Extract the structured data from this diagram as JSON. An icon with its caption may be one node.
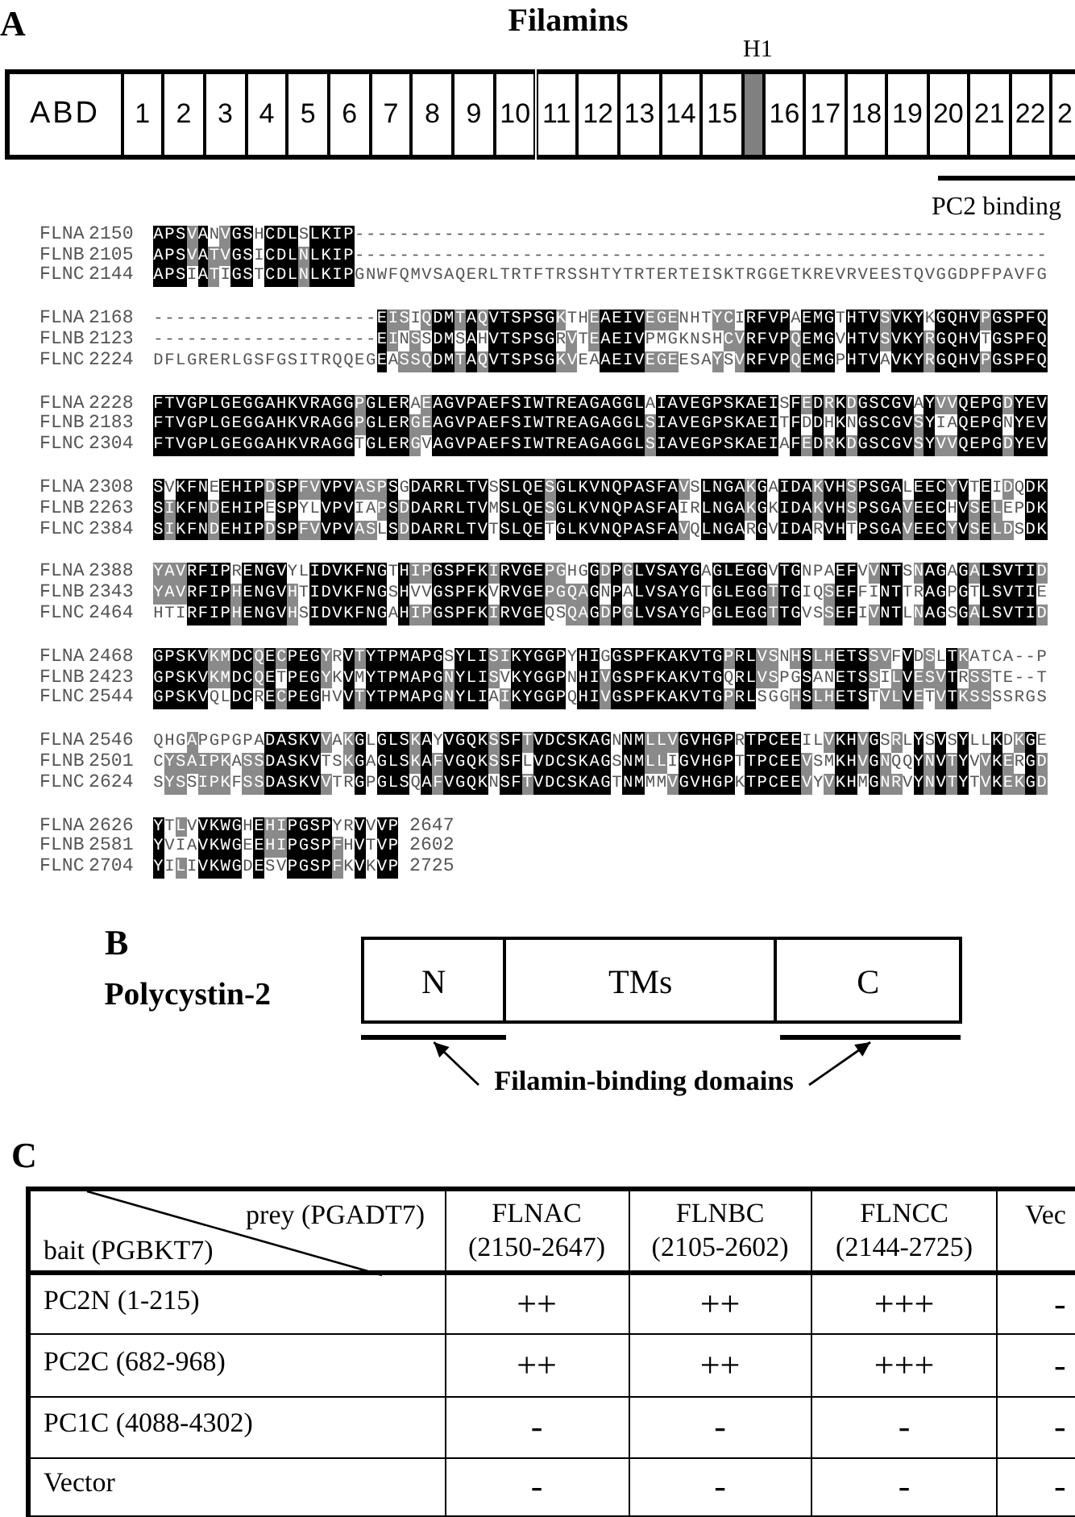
{
  "diagram": {
    "nodes": [
      {
        "text": [
          "ABD"
        ]
      },
      {
        "text": [
          "1"
        ]
      },
      {
        "text": [
          "2"
        ]
      },
      {
        "text": [
          "3"
        ]
      },
      {
        "text": [
          "4"
        ]
      },
      {
        "text": [
          "5"
        ]
      },
      {
        "text": [
          "6"
        ]
      },
      {
        "text": [
          "7"
        ]
      },
      {
        "text": [
          "8"
        ]
      },
      {
        "text": [
          "9"
        ]
      },
      {
        "text": [
          "10"
        ]
      },
      {
        "text": [
          "11"
        ]
      },
      {
        "text": [
          "12"
        ]
      },
      {
        "text": [
          "13"
        ]
      },
      {
        "text": [
          "14"
        ]
      },
      {
        "text": [
          "15"
        ]
      },
      {
        "text": [
          "H1"
        ]
      },
      {
        "text": [
          "16"
        ]
      },
      {
        "text": [
          "17"
        ]
      },
      {
        "text": [
          "18"
        ]
      },
      {
        "text": [
          "19"
        ]
      },
      {
        "text": [
          "20"
        ]
      },
      {
        "text": [
          "21"
        ]
      },
      {
        "text": [
          "22"
        ]
      },
      {
        "text": [
          "2"
        ]
      },
      {
        "text": [
          "N"
        ]
      },
      {
        "text": [
          "TMs"
        ]
      },
      {
        "text": [
          "C"
        ]
      },
      {
        "text": [],
        "shape": "bar"
      },
      {
        "text": [],
        "shape": "bar"
      },
      {
        "text": [
          "Filamin-binding domains"
        ]
      }
    ],
    "edges": [
      {
        "from": 30,
        "to": 28,
        "arrow": "to"
      },
      {
        "from": 30,
        "to": 29,
        "arrow": "to"
      }
    ],
    "labels": [
      "A",
      "Filamins",
      "PC2 binding",
      "FLNA",
      "2150",
      "APSVANVGSHCDLSLKIP--------------------------------------------------------------",
      "FLNB",
      "2105",
      "APSVATVGSICDLNLKIP--------------------------------------------------------------",
      "FLNC",
      "2144",
      "APSIATIGSTCDLNLKIPGNWFQMVSAQERLTRTFTRSSHTYTRTERTEISKTRGGETKREVRVEESTQVGGDPFPAVFG",
      "FLNA",
      "2168",
      "--------------------EISIQDMTAQVTSPSGKTHEAEIVEGENHTYCIRFVPAEMGTHTVSVKYKGQHVPGSPFQ",
      "FLNB",
      "2123",
      "--------------------EINSSDMSAHVTSPSGRVTEAEIVPMGKNSHCVRFVPQEMGVHTVSVKYRGQHVTGSPFQ",
      "FLNC",
      "2224",
      "DFLGRERLGSFGSITRQQEGEASSQDMTAQVTSPSGKVEAAEIVEGEESAYSVRFVPQEMGPHTVAVKYRGQHVPGSPFQ",
      "FLNA",
      "2228",
      "FTVGPLGEGGAHKVRAGGPGLERAEAGVPAEFSIWTREAGAGGLAIAVEGPSKAEISFEDRKDGSCGVAYVVQEPGDYEV",
      "FLNB",
      "2183",
      "FTVGPLGEGGAHKVRAGGPGLERGEAGVPAEFSIWTREAGAGGLSIAVEGPSKAEITFDDHKNGSCGVSYIAQEPGNYEV",
      "FLNC",
      "2304",
      "FTVGPLGEGGAHKVRAGGTGLERGVAGVPAEFSIWTREAGAGGLSIAVEGPSKAEIAFEDRKDGSCGVSYVVQEPGDYEV",
      "FLNA",
      "2308",
      "SVKFNEEHIPDSPFVVPVASPSGDARRLTVSSLQESGLKVNQPASFAVSLNGAKGAIDAKVHSPSGALEECYVTEIDQDK",
      "FLNB",
      "2263",
      "SIKFNDEHIPESPYLVPVIAPSDDARRLTVMSLQESGLKVNQPASFAIRLNGAKGKIDAKVHSPSGAVEECHVSELEPDK",
      "FLNC",
      "2384",
      "SIKFNDEHIPDSPFVVPVASLSDDARRLTVTSLQETGLKVNQPASFAVQLNGARGVIDARVHTPSGAVEECYVSELDSDK",
      "FLNA",
      "2388",
      "YAVRFIPRENGVYLIDVKFNGTHIPGSPFKIRVGEPGHGGDPGLVSAYGAGLEGGVTGNPAEFVVNTSNAGAGALSVTID",
      "FLNB",
      "2343",
      "YAVRFIPHENGVHTIDVKFNGSHVVGSPFKVRVGEPGQAGNPALVSAYGTGLEGGTTGIQSEFFINTTRAGPGTLSVTIE",
      "FLNC",
      "2464",
      "HTIRFIPHENGVHSIDVKFNGAHIPGSPFKIRVGEQSQAGDPGLVSAYGPGLEGGTTGVSSEFIVNTLNAGSGALSVTID",
      "FLNA",
      "2468",
      "GPSKVKMDCQECPEGYRVTYTPMAPGSYLISIKYGGPYHIGGSPFKAKVTGPRLVSNHSLHETSSVFVDSLTKATCA--P",
      "FLNB",
      "2423",
      "GPSKVKMDCQETPEGYKVMYTPMAPGNYLISVKYGGPNHIVGSPFKAKVTGQRLVSPGSANETSSILVESVTRSSTE--T",
      "FLNC",
      "2544",
      "GPSKVQLDCRECPEGHVVTYTPMAPGNYLIAIKYGGPQHIVGSPFKAKVTGPRLSGGHSLHETSTVLVETVTKSSSSRGS",
      "FLNA",
      "2546",
      "QHGAPGPGPADASKVVAKGLGLSKAYVGQKSSFTVDCSKAGNNMLLVGVHGPRTPCEEILVKHVGSRLYSVSYLLKDKGE",
      "FLNB",
      "2501",
      "CYSAIPKASSDASKVTSKGAGLSKAFVGQKSSFLVDCSKAGSNMLLIGVHGPTTPCEEVSMKHVGNQQYNVTYVVKERGD",
      "FLNC",
      "2624",
      "SYSSIPKFSSDASKVVTRGPGLSQAFVGQKNSFTVDCSKAGTNMMMVGVHGPKTPCEEVYVKHMGNRVYNVTYTVKEKGD",
      "FLNA",
      "2626",
      "YTLVVKWGHEHIPGSPYRVVVP",
      "2647",
      "FLNB",
      "2581",
      "YVIAVKWGEEHIPGSPFHVTVP",
      "2602",
      "FLNC",
      "2704",
      "YILIVKWGDESVPGSPFKVKVP",
      "2725",
      "B",
      "Polycystin-2",
      "C",
      "prey (PGADT7)",
      "bait (PGBKT7)",
      "FLNAC (2150-2647)",
      "FLNBC (2105-2602)",
      "FLNCC (2144-2725)",
      "Vec",
      "PC2N (1-215)",
      "++",
      "++",
      "+++",
      "-",
      "PC2C (682-968)",
      "++",
      "++",
      "+++",
      "-",
      "PC1C (4088-4302)",
      "-",
      "-",
      "-",
      "-",
      "Vector",
      "-",
      "-",
      "-",
      "-"
    ]
  }
}
